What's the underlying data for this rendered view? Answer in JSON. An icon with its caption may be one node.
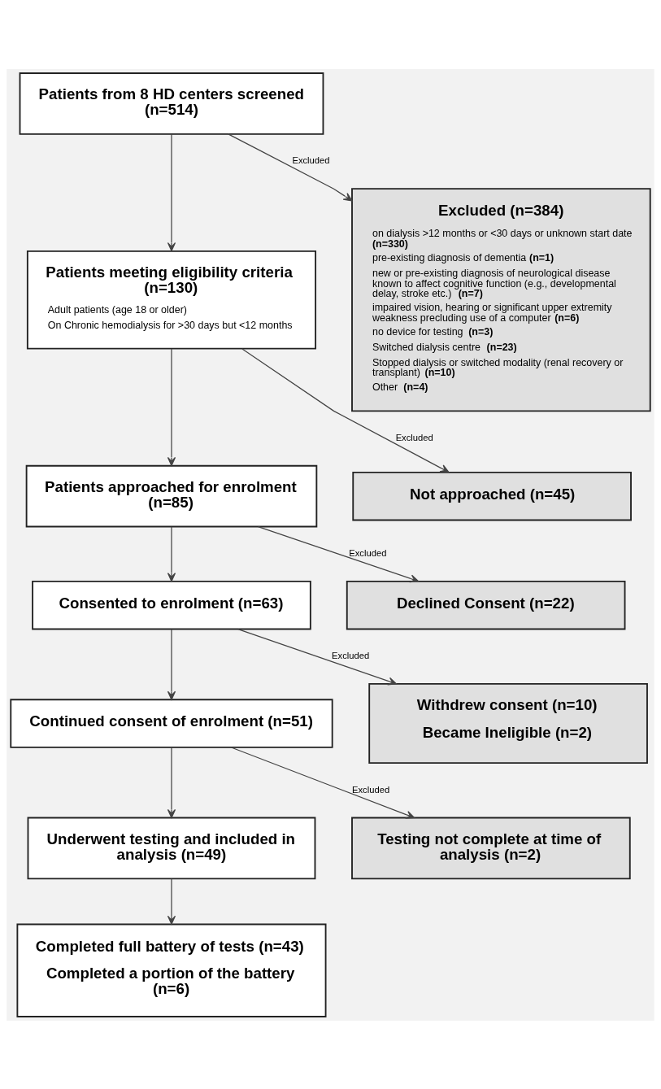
{
  "diagram": {
    "nodes": [
      {
        "text": [
          "Patients from 8 HD centers screened (n=514)"
        ]
      },
      {
        "text": [
          "Patients meeting eligibility criteria (n=130)",
          "Adult patients (age 18 or older)",
          "On Chronic hemodialysis for >30 days but <12 months"
        ]
      },
      {
        "text": [
          "Excluded (n=384)",
          "on dialysis >12 months or <30 days or unknown start date **(n=330)**",
          "pre-existing diagnosis of dementia **(n=1)**",
          "new or pre-existing diagnosis of neurological disease known to affect cognitive function (e.g., developmental delay, stroke etc.) **(n=7)**",
          "impaired vision, hearing or significant upper extremity weakness precluding use of a computer **(n=6)**",
          "no device for testing **(n=3)**",
          "Switched dialysis centre **(n=23)**",
          "Stopped dialysis or switched modality (renal recovery or transplant) **(n=10)**",
          "Other **(n=4)**"
        ]
      },
      {
        "text": [
          "Patients approached for enrolment (n=85)"
        ]
      },
      {
        "text": [
          "Not approached (n=45)"
        ]
      },
      {
        "text": [
          "Consented to enrolment (n=63)"
        ]
      },
      {
        "text": [
          "Declined Consent (n=22)"
        ]
      },
      {
        "text": [
          "Continued consent of enrolment (n=51)"
        ]
      },
      {
        "text": [
          "Withdrew consent (n=10)",
          "Became Ineligible (n=2)"
        ]
      },
      {
        "text": [
          "Underwent testing and included in analysis (n=49)"
        ]
      },
      {
        "text": [
          "Testing not complete at time of analysis (n=2)"
        ]
      },
      {
        "text": [
          "Completed full battery of tests (n=43)",
          "Completed a portion of the battery (n=6)"
        ]
      }
    ],
    "edges": [
      {
        "from": 0,
        "to": 1,
        "arrow": "to"
      },
      {
        "from": 0,
        "to": 2,
        "arrow": "to",
        "label": "Excluded"
      },
      {
        "from": 1,
        "to": 3,
        "arrow": "to"
      },
      {
        "from": 1,
        "to": 4,
        "arrow": "to",
        "label": "Excluded"
      },
      {
        "from": 3,
        "to": 5,
        "arrow": "to"
      },
      {
        "from": 3,
        "to": 6,
        "arrow": "to",
        "label": "Excluded"
      },
      {
        "from": 5,
        "to": 7,
        "arrow": "to"
      },
      {
        "from": 5,
        "to": 8,
        "arrow": "to",
        "label": "Excluded"
      },
      {
        "from": 7,
        "to": 9,
        "arrow": "to"
      },
      {
        "from": 7,
        "to": 10,
        "arrow": "to",
        "label": "Excluded"
      },
      {
        "from": 9,
        "to": 11,
        "arrow": "to"
      }
    ]
  }
}
